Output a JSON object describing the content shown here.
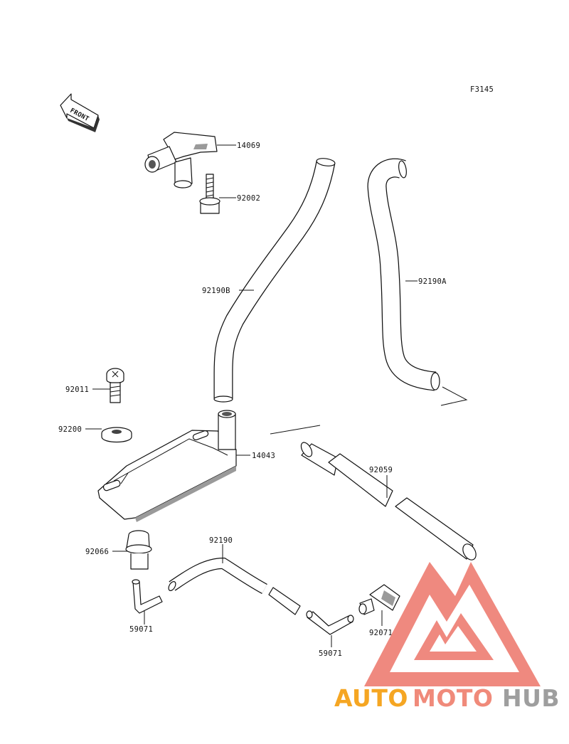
{
  "diagram_code": "F3145",
  "front_label": "FRONT",
  "labels": {
    "p14069": "14069",
    "p92002": "92002",
    "p92190B": "92190B",
    "p92190A": "92190A",
    "p92011": "92011",
    "p92200": "92200",
    "p14043": "14043",
    "p92059": "92059",
    "p92066": "92066",
    "p92190": "92190",
    "p59071_left": "59071",
    "p59071_right": "59071",
    "p92071": "92071"
  },
  "watermark": {
    "part1": "AUTO",
    "part2": "MOTO",
    "part3": "HUB",
    "colors": {
      "orange": "#f5a623",
      "salmon": "#f08a7a",
      "gray": "#9e9e9e",
      "logo": "#ee7d72"
    }
  }
}
